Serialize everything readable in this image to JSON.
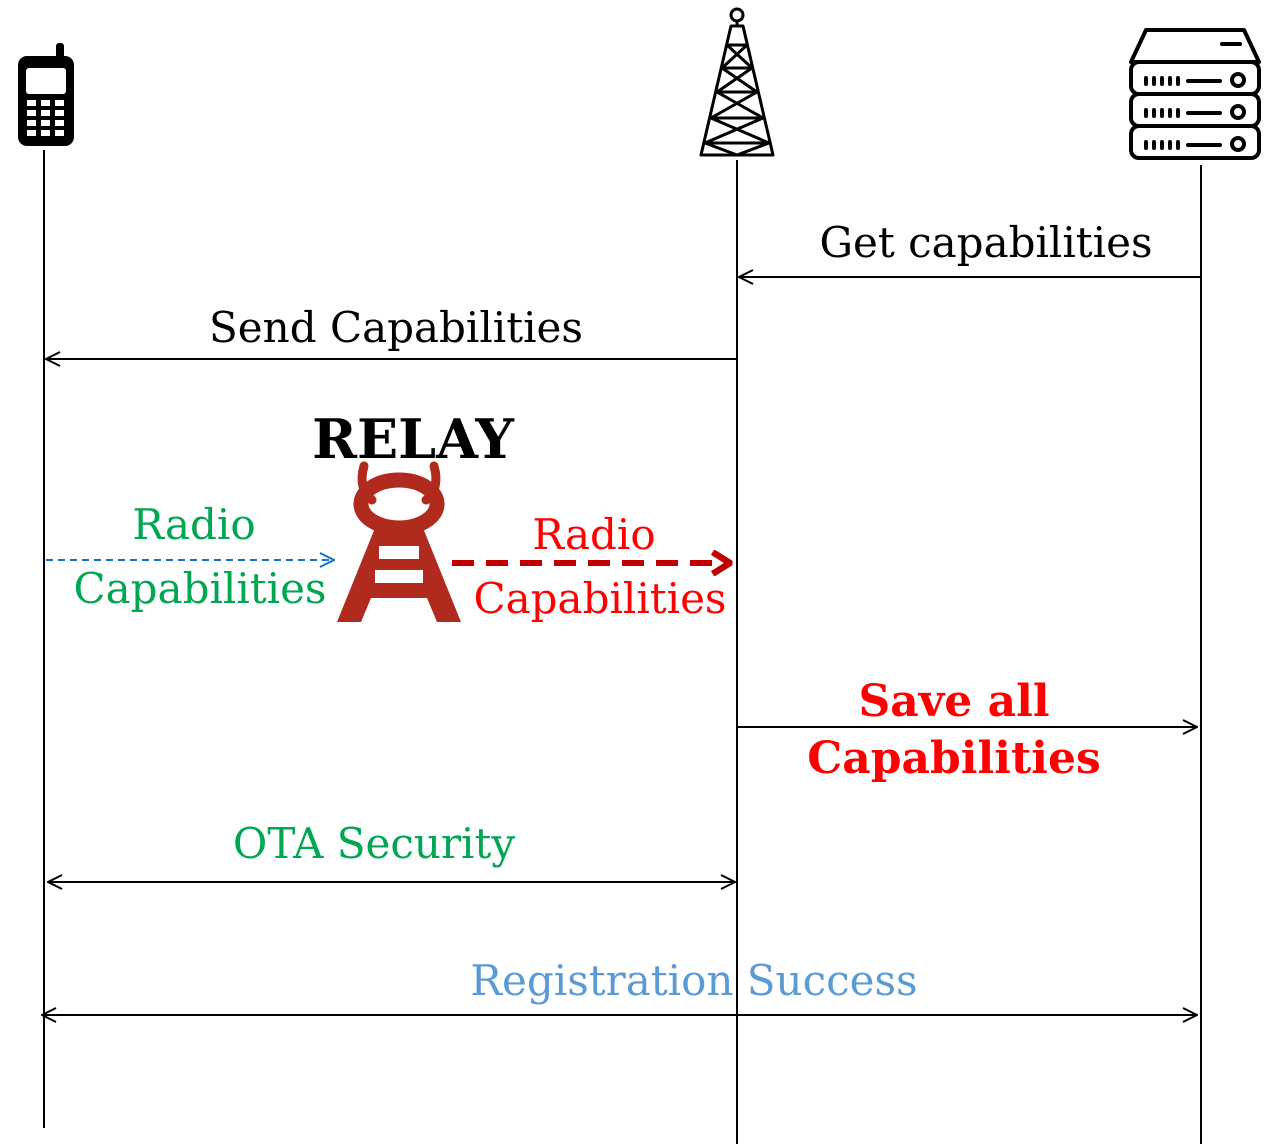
{
  "messages": {
    "get_capabilities": {
      "label": "Get capabilities",
      "color": "#000000"
    },
    "send_capabilities": {
      "label": "Send Capabilities",
      "color": "#000000"
    },
    "radio_capabilities_ue": {
      "line1": "Radio",
      "line2": "Capabilities",
      "color": "#00a651",
      "arrow_color": "#1a6fc4"
    },
    "radio_capabilities_relay": {
      "line1": "Radio",
      "line2": "Capabilities",
      "color": "#ff0000",
      "arrow_color": "#c00000"
    },
    "save_capabilities": {
      "line1": "Save all",
      "line2": "Capabilities",
      "color": "#ff0000"
    },
    "ota_security": {
      "label": "OTA Security",
      "color": "#00a651"
    },
    "registration_success": {
      "label": "Registration Success",
      "color": "#5b9bd5"
    }
  },
  "relay": {
    "label": "RELAY",
    "color": "#000000",
    "icon_color": "#b02a1e"
  },
  "icons": {
    "ue": "mobile-phone-icon",
    "base_station": "cell-tower-icon",
    "core": "server-rack-icon"
  }
}
